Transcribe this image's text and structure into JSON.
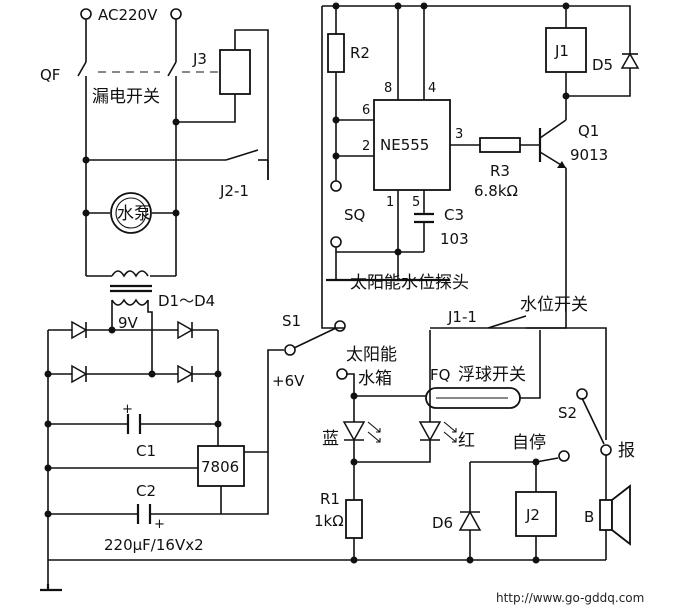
{
  "labels": {
    "ac_supply": "AC220V",
    "qf": "QF",
    "leakage_switch": "漏电开关",
    "j3": "J3",
    "j2_1": "J2-1",
    "pump": "水泵",
    "r2": "R2",
    "pin8": "8",
    "pin4": "4",
    "pin6": "6",
    "pin2": "2",
    "pin3": "3",
    "pin1": "1",
    "pin5": "5",
    "ne555": "NE555",
    "r3": "R3",
    "r3_value": "6.8kΩ",
    "c3": "C3",
    "c3_value": "103",
    "sq": "SQ",
    "j1": "J1",
    "d5": "D5",
    "q1": "Q1",
    "q1_model": "9013",
    "probe": "太阳能水位探头",
    "d1_d4": "D1～D4",
    "transformer_v": "9V",
    "s1": "S1",
    "plus6v": "+6V",
    "solar_tank_1": "太阳能",
    "solar_tank_2": "水箱",
    "j1_1": "J1-1",
    "level_switch": "水位开关",
    "fq": "FQ",
    "float_switch": "浮球开关",
    "blue": "蓝",
    "red": "红",
    "auto_stop": "自停",
    "s2": "S2",
    "alarm": "报",
    "c1": "C1",
    "c2": "C2",
    "plus": "+",
    "reg": "7806",
    "r1": "R1",
    "r1_value": "1kΩ",
    "d6": "D6",
    "j2": "J2",
    "b": "B",
    "cap_spec": "220μF/16Vx2",
    "url": "http://www.go-gddq.com"
  }
}
